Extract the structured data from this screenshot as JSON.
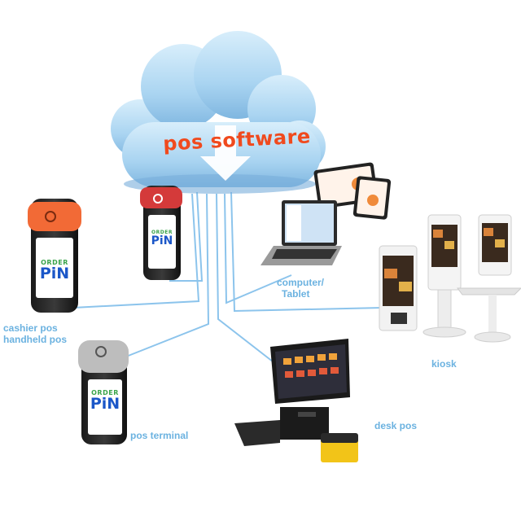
{
  "cloud": {
    "title": "pos software"
  },
  "devices": {
    "cashier": {
      "label_line1": "cashier pos",
      "label_line2": "handheld pos",
      "brand_line1": "ORDER",
      "brand_line2": "PiN"
    },
    "top_handheld": {
      "brand_line1": "ORDER",
      "brand_line2": "PiN"
    },
    "terminal": {
      "label": "pos terminal",
      "brand_line1": "ORDER",
      "brand_line2": "PiN"
    },
    "computer": {
      "label_line1": "computer/",
      "label_line2": "Tablet"
    },
    "kiosk": {
      "label": "kiosk"
    },
    "desk": {
      "label": "desk pos"
    }
  },
  "colors": {
    "label": "#6bb2e0",
    "connector": "#8cc4ec",
    "cloud_light": "#cfe8f8",
    "cloud_mid": "#a6d2f0",
    "cloud_dark": "#7fb7e2",
    "title": "#f04a1e",
    "printer_orange": "#f26a36",
    "printer_red": "#d43a3a",
    "scanner_yellow": "#f2c418"
  }
}
